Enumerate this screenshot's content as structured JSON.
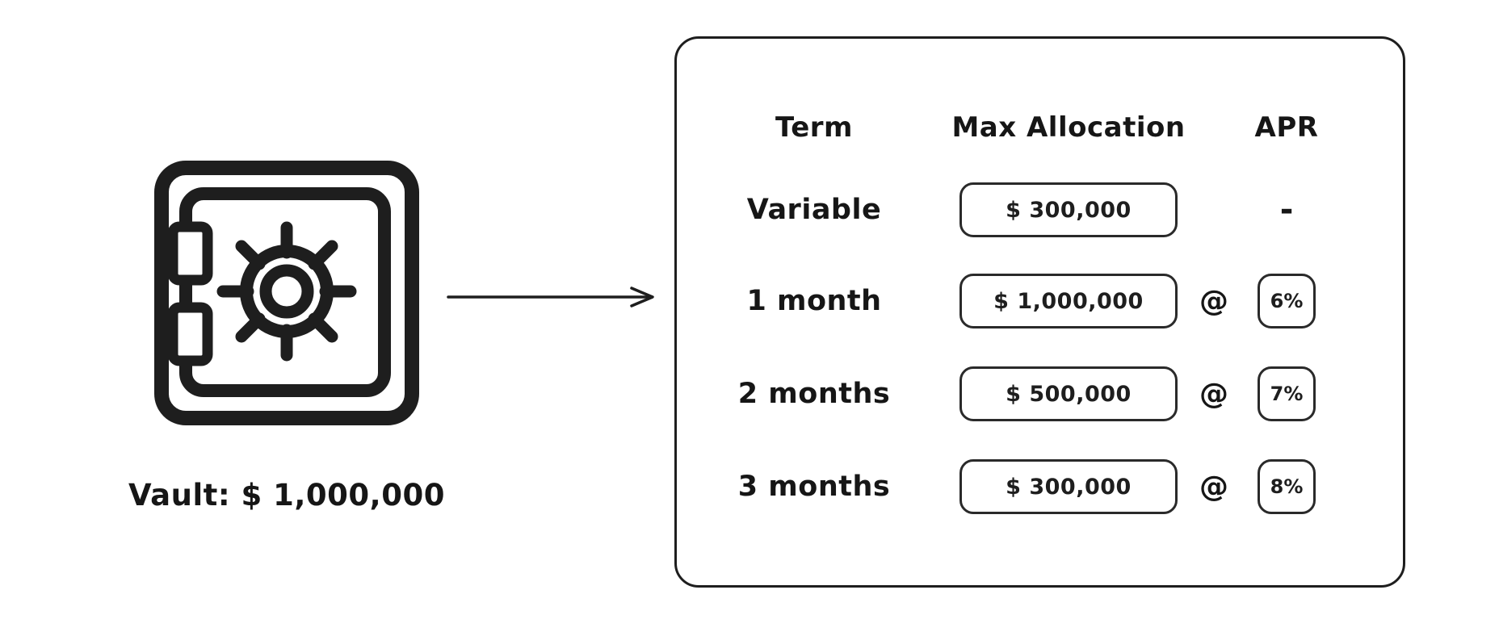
{
  "colors": {
    "ink": "#1e1e1e",
    "background": "#ffffff"
  },
  "vault": {
    "icon": "vault-safe-icon",
    "caption": "Vault: $ 1,000,000"
  },
  "arrow": {
    "icon": "arrow-right-icon",
    "direction": "right"
  },
  "table": {
    "columns": [
      "Term",
      "Max Allocation",
      "APR"
    ],
    "rows": [
      {
        "term": "Variable",
        "max_allocation": "$ 300,000",
        "at": "",
        "apr": "-"
      },
      {
        "term": "1 month",
        "max_allocation": "$ 1,000,000",
        "at": "@",
        "apr": "6%"
      },
      {
        "term": "2 months",
        "max_allocation": "$ 500,000",
        "at": "@",
        "apr": "7%"
      },
      {
        "term": "3 months",
        "max_allocation": "$ 300,000",
        "at": "@",
        "apr": "8%"
      }
    ]
  }
}
